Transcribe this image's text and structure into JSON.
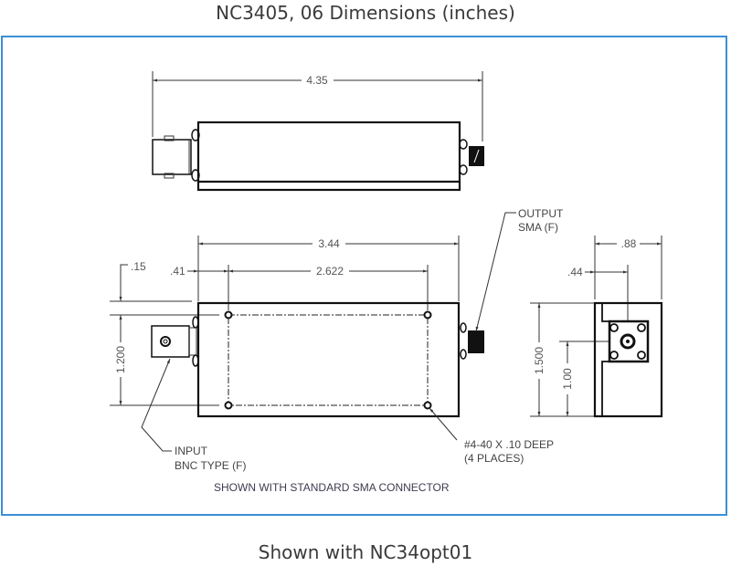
{
  "title": "NC3405, 06 Dimensions (inches)",
  "caption": "Shown with NC34opt01",
  "colors": {
    "frame": "#3a8fd6",
    "text": "#3a3a3a"
  },
  "drawing": {
    "top_view": {
      "overall_length": "4.35"
    },
    "bottom_view": {
      "body_length": "3.44",
      "hole_spacing_x": "2.622",
      "hole_offset_x": ".41",
      "hole_offset_y": ".15",
      "hole_spacing_y": "1.200"
    },
    "side_view": {
      "width": ".88",
      "connector_offset_x": ".44",
      "height": "1.500",
      "connector_height": "1.00"
    },
    "labels": {
      "output_line1": "OUTPUT",
      "output_line2": "SMA (F)",
      "input_line1": "INPUT",
      "input_line2": "BNC TYPE (F)",
      "holes_line1": "#4-40 X .10 DEEP",
      "holes_line2": "(4 PLACES)",
      "shown_with": "SHOWN WITH STANDARD SMA CONNECTOR"
    }
  }
}
